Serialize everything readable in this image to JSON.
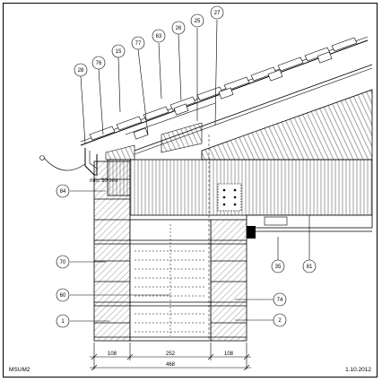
{
  "drawing": {
    "code": "MSUM2",
    "date": "1.10.2012",
    "annotation_gap": "min. 30 mm"
  },
  "callouts": {
    "c28": "28",
    "c76": "76",
    "c15": "15",
    "c77": "77",
    "c63": "63",
    "c26": "26",
    "c25": "25",
    "c27": "27",
    "c84": "84",
    "c70": "70",
    "c60": "60",
    "c1": "1",
    "c35": "35",
    "c81": "81",
    "c74": "74",
    "c2": "2"
  },
  "dimensions": {
    "left": "108",
    "middle": "252",
    "right": "108",
    "total": "468"
  }
}
